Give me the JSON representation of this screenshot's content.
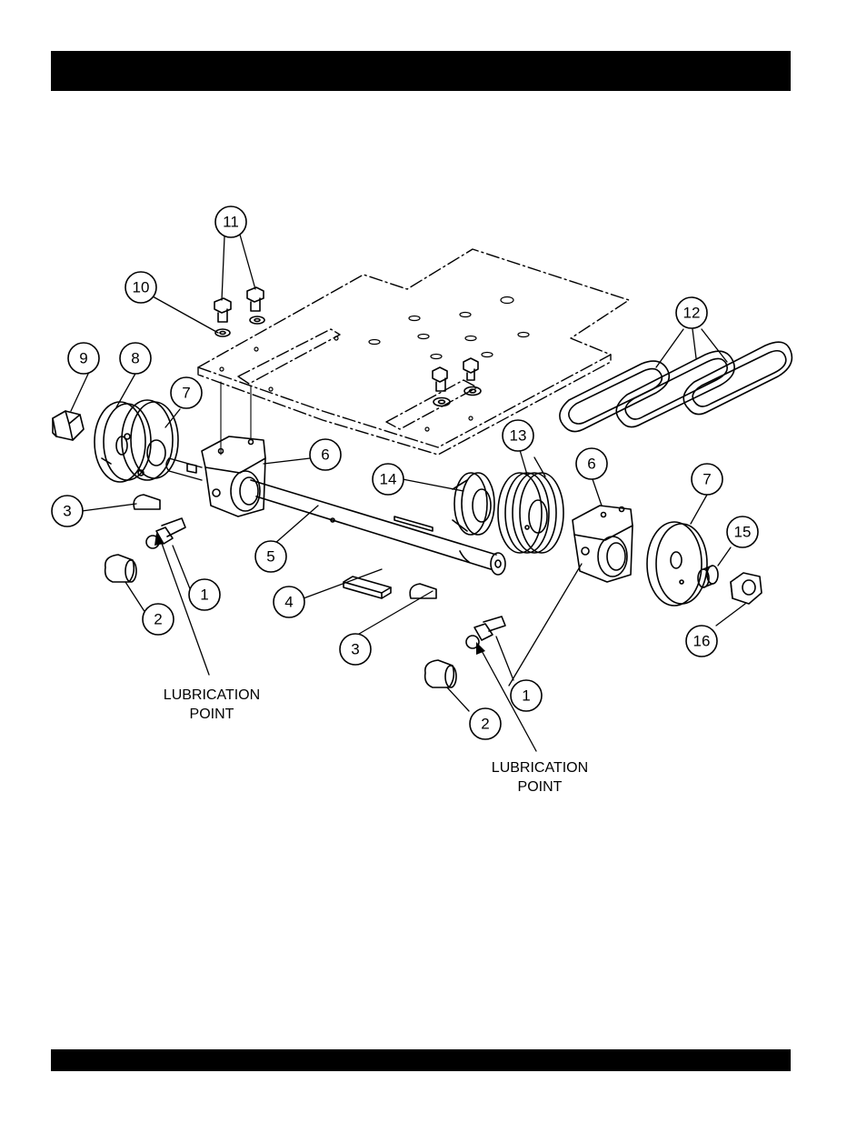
{
  "callouts": {
    "c1a": "1",
    "c1b": "1",
    "c2a": "2",
    "c2b": "2",
    "c3a": "3",
    "c3b": "3",
    "c4": "4",
    "c5": "5",
    "c6a": "6",
    "c6b": "6",
    "c7a": "7",
    "c7b": "7",
    "c8": "8",
    "c9": "9",
    "c10": "10",
    "c11": "11",
    "c12": "12",
    "c13": "13",
    "c14": "14",
    "c15": "15",
    "c16": "16"
  },
  "lubrication": {
    "left_line1": "LUBRICATION",
    "left_line2": "POINT",
    "right_line1": "LUBRICATION",
    "right_line2": "POINT"
  }
}
